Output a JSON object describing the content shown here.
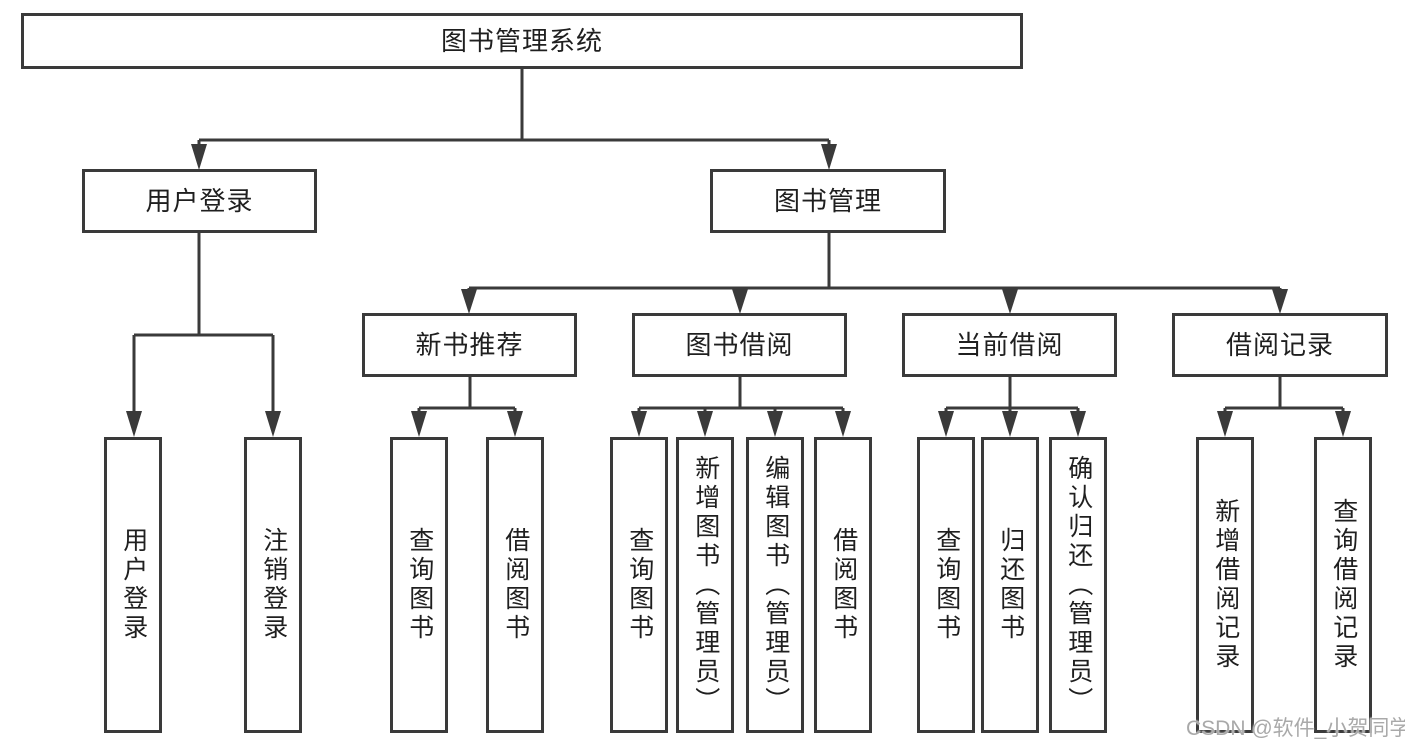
{
  "tree": {
    "label": "图书管理系统",
    "children": [
      {
        "label": "用户登录",
        "children": [
          {
            "label": "用户登录"
          },
          {
            "label": "注销登录"
          }
        ]
      },
      {
        "label": "图书管理",
        "children": [
          {
            "label": "新书推荐",
            "children": [
              {
                "label": "查询图书"
              },
              {
                "label": "借阅图书"
              }
            ]
          },
          {
            "label": "图书借阅",
            "children": [
              {
                "label": "查询图书"
              },
              {
                "label": "新增图书（管理员）"
              },
              {
                "label": "编辑图书（管理员）"
              },
              {
                "label": "借阅图书"
              }
            ]
          },
          {
            "label": "当前借阅",
            "children": [
              {
                "label": "查询图书"
              },
              {
                "label": "归还图书"
              },
              {
                "label": "确认归还（管理员）"
              }
            ]
          },
          {
            "label": "借阅记录",
            "children": [
              {
                "label": "新增借阅记录"
              },
              {
                "label": "查询借阅记录"
              }
            ]
          }
        ]
      }
    ]
  },
  "watermark": {
    "text": "CSDN @软件_小贺同学"
  },
  "colors": {
    "line": "#3a3a3a",
    "text": "#1f1f1f",
    "background": "#ffffff",
    "watermark": "#a9a9a9"
  }
}
